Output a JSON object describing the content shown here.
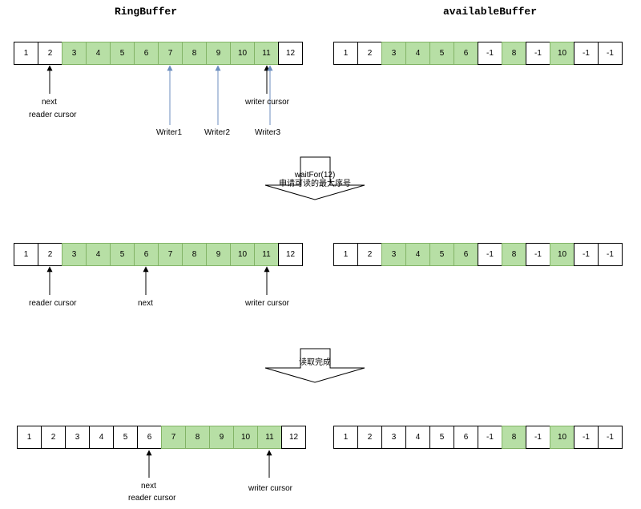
{
  "titles": {
    "ring": "RingBuffer",
    "available": "availableBuffer"
  },
  "colors": {
    "highlight": "#b7dfa5",
    "highlight_border": "#82b366",
    "writer_arrow": "#6c8ebf",
    "cursor_arrow": "#000000"
  },
  "rows": [
    {
      "ring": {
        "values": [
          "1",
          "2",
          "3",
          "4",
          "5",
          "6",
          "7",
          "8",
          "9",
          "10",
          "11",
          "12"
        ],
        "highlighted": [
          2,
          3,
          4,
          5,
          6,
          7,
          8,
          9,
          10
        ]
      },
      "available": {
        "values": [
          "1",
          "2",
          "3",
          "4",
          "5",
          "6",
          "-1",
          "8",
          "-1",
          "10",
          "-1",
          "-1"
        ],
        "highlighted": [
          2,
          3,
          4,
          5,
          7,
          9
        ]
      }
    },
    {
      "ring": {
        "values": [
          "1",
          "2",
          "3",
          "4",
          "5",
          "6",
          "7",
          "8",
          "9",
          "10",
          "11",
          "12"
        ],
        "highlighted": [
          2,
          3,
          4,
          5,
          6,
          7,
          8,
          9,
          10
        ]
      },
      "available": {
        "values": [
          "1",
          "2",
          "3",
          "4",
          "5",
          "6",
          "-1",
          "8",
          "-1",
          "10",
          "-1",
          "-1"
        ],
        "highlighted": [
          2,
          3,
          4,
          5,
          7,
          9
        ]
      }
    },
    {
      "ring": {
        "values": [
          "1",
          "2",
          "3",
          "4",
          "5",
          "6",
          "7",
          "8",
          "9",
          "10",
          "11",
          "12"
        ],
        "highlighted": [
          6,
          7,
          8,
          9,
          10
        ]
      },
      "available": {
        "values": [
          "1",
          "2",
          "3",
          "4",
          "5",
          "6",
          "-1",
          "8",
          "-1",
          "10",
          "-1",
          "-1"
        ],
        "highlighted": [
          7,
          9
        ]
      }
    }
  ],
  "labels": {
    "next": "next",
    "reader_cursor": "reader cursor",
    "writer_cursor": "writer cursor",
    "writer1": "Writer1",
    "writer2": "Writer2",
    "writer3": "Writer3"
  },
  "steps": {
    "step1_line1": "waitFor(12)",
    "step1_line2": "申请可读的最大序号",
    "step2": "读取完成"
  }
}
